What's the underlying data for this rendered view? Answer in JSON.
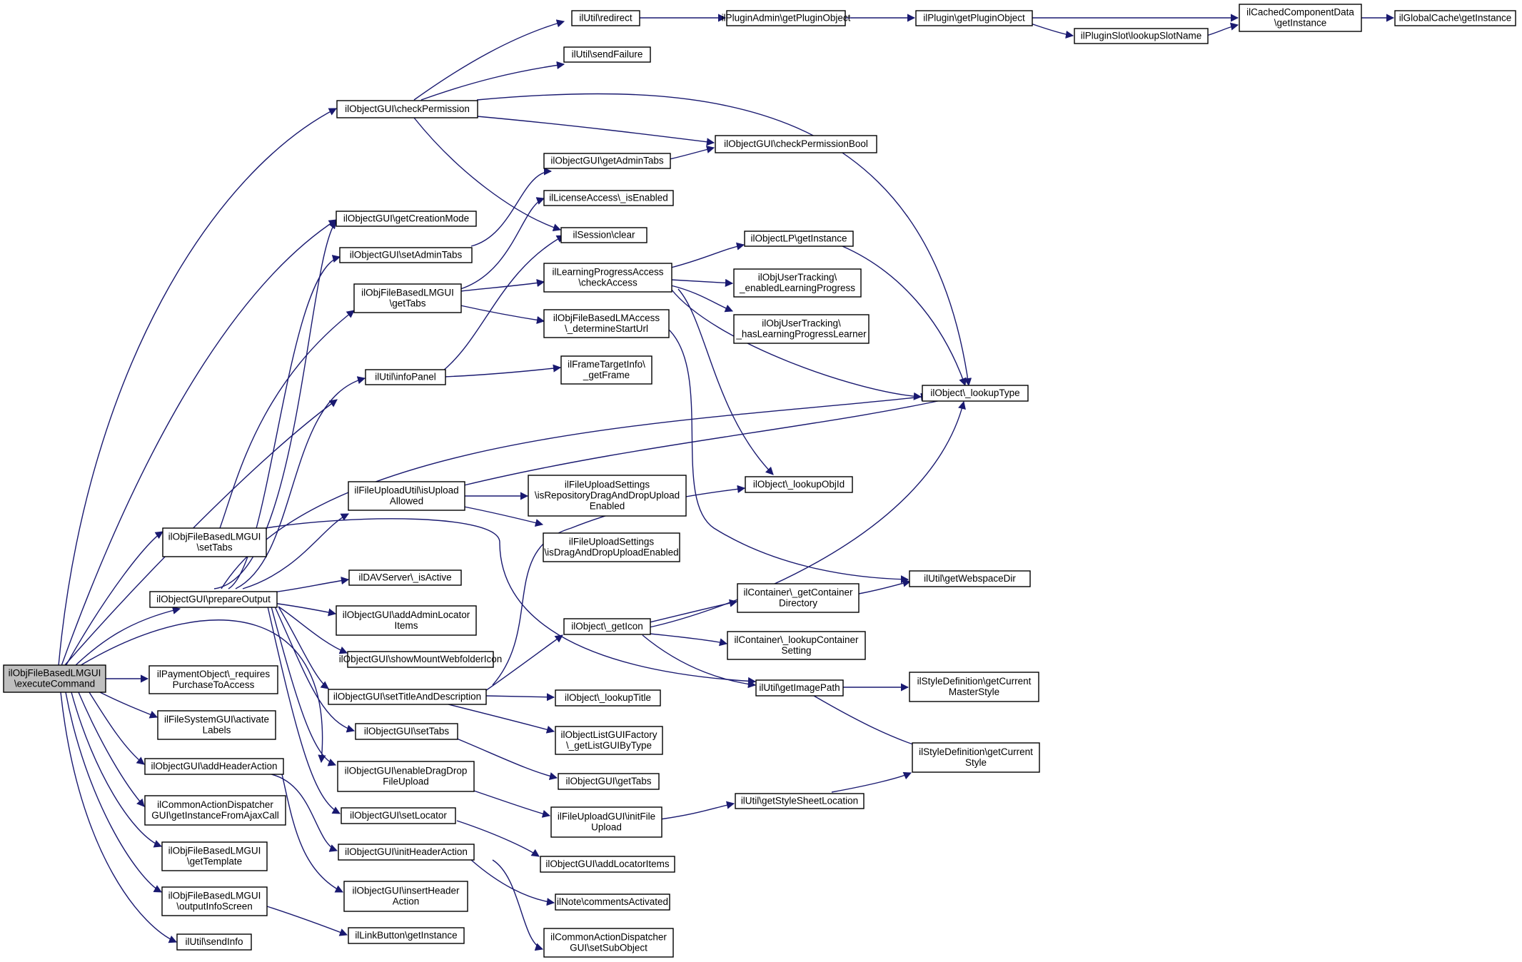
{
  "nodes": [
    {
      "id": "root",
      "lines": [
        "ilObjFileBasedLMGUI",
        "\\executeCommand"
      ],
      "root": true
    },
    {
      "id": "util_redirect",
      "lines": [
        "ilUtil\\redirect"
      ]
    },
    {
      "id": "pluginadmin_getpluginobject",
      "lines": [
        "ilPluginAdmin\\getPluginObject"
      ]
    },
    {
      "id": "plugin_getpluginobject",
      "lines": [
        "ilPlugin\\getPluginObject"
      ]
    },
    {
      "id": "cachedcomponentdata_getinstance",
      "lines": [
        "ilCachedComponentData",
        "\\getInstance"
      ]
    },
    {
      "id": "globalcache_getinstance",
      "lines": [
        "ilGlobalCache\\getInstance"
      ]
    },
    {
      "id": "pluginslot_lookupslotname",
      "lines": [
        "ilPluginSlot\\lookupSlotName"
      ]
    },
    {
      "id": "util_sendfailure",
      "lines": [
        "ilUtil\\sendFailure"
      ]
    },
    {
      "id": "objectgui_checkpermission",
      "lines": [
        "ilObjectGUI\\checkPermission"
      ]
    },
    {
      "id": "objectgui_checkpermissionbool",
      "lines": [
        "ilObjectGUI\\checkPermissionBool"
      ]
    },
    {
      "id": "objectgui_getadmintabs",
      "lines": [
        "ilObjectGUI\\getAdminTabs"
      ]
    },
    {
      "id": "licenseaccess_isenabled",
      "lines": [
        "ilLicenseAccess\\_isEnabled"
      ]
    },
    {
      "id": "objectgui_getcreationmode",
      "lines": [
        "ilObjectGUI\\getCreationMode"
      ]
    },
    {
      "id": "session_clear",
      "lines": [
        "ilSession\\clear"
      ]
    },
    {
      "id": "objectgui_setadmintabs",
      "lines": [
        "ilObjectGUI\\setAdminTabs"
      ]
    },
    {
      "id": "objectlp_getinstance",
      "lines": [
        "ilObjectLP\\getInstance"
      ]
    },
    {
      "id": "learningprogressaccess_checkaccess",
      "lines": [
        "ilLearningProgressAccess",
        "\\checkAccess"
      ]
    },
    {
      "id": "objusertracking_enabledlp",
      "lines": [
        "ilObjUserTracking\\",
        "_enabledLearningProgress"
      ]
    },
    {
      "id": "objfilebasedlmgui_gettabs",
      "lines": [
        "ilObjFileBasedLMGUI",
        "\\getTabs"
      ]
    },
    {
      "id": "objfilebasedlmaccess_determinestarturl",
      "lines": [
        "ilObjFileBasedLMAccess",
        "\\_determineStartUrl"
      ]
    },
    {
      "id": "objusertracking_haslplearner",
      "lines": [
        "ilObjUserTracking\\",
        "_hasLearningProgressLearner"
      ]
    },
    {
      "id": "util_infopanel",
      "lines": [
        "ilUtil\\infoPanel"
      ]
    },
    {
      "id": "frametargetinfo_getframe",
      "lines": [
        "ilFrameTargetInfo\\",
        "_getFrame"
      ]
    },
    {
      "id": "object_lookuptype",
      "lines": [
        "ilObject\\_lookupType"
      ]
    },
    {
      "id": "object_lookupobjid",
      "lines": [
        "ilObject\\_lookupObjId"
      ]
    },
    {
      "id": "fileuploadutil_isuploadallowed",
      "lines": [
        "ilFileUploadUtil\\isUpload",
        "Allowed"
      ]
    },
    {
      "id": "fileuploadsettings_isrepodnd",
      "lines": [
        "ilFileUploadSettings",
        "\\isRepositoryDragAndDropUpload",
        "Enabled"
      ]
    },
    {
      "id": "objfilebasedlmgui_settabs",
      "lines": [
        "ilObjFileBasedLMGUI",
        "\\setTabs"
      ]
    },
    {
      "id": "fileuploadsettings_isdnd",
      "lines": [
        "ilFileUploadSettings",
        "\\isDragAndDropUploadEnabled"
      ]
    },
    {
      "id": "util_getwebspacedir",
      "lines": [
        "ilUtil\\getWebspaceDir"
      ]
    },
    {
      "id": "objectgui_prepareoutput",
      "lines": [
        "ilObjectGUI\\prepareOutput"
      ]
    },
    {
      "id": "davserver_isactive",
      "lines": [
        "ilDAVServer\\_isActive"
      ]
    },
    {
      "id": "container_getcontainerdirectory",
      "lines": [
        "ilContainer\\_getContainer",
        "Directory"
      ]
    },
    {
      "id": "objectgui_addadminlocatoritems",
      "lines": [
        "ilObjectGUI\\addAdminLocator",
        "Items"
      ]
    },
    {
      "id": "object_geticon",
      "lines": [
        "ilObject\\_getIcon"
      ]
    },
    {
      "id": "container_lookupcontainersetting",
      "lines": [
        "ilContainer\\_lookupContainer",
        "Setting"
      ]
    },
    {
      "id": "objectgui_showmountwebfoldericon",
      "lines": [
        "ilObjectGUI\\showMountWebfolderIcon"
      ]
    },
    {
      "id": "paymentobject_requirespurchase",
      "lines": [
        "ilPaymentObject\\_requires",
        "PurchaseToAccess"
      ]
    },
    {
      "id": "util_getimagepath",
      "lines": [
        "ilUtil\\getImagePath"
      ]
    },
    {
      "id": "styledefinition_getcurrentmasterstyle",
      "lines": [
        "ilStyleDefinition\\getCurrent",
        "MasterStyle"
      ]
    },
    {
      "id": "objectgui_settitleanddescription",
      "lines": [
        "ilObjectGUI\\setTitleAndDescription"
      ]
    },
    {
      "id": "object_lookuptitle",
      "lines": [
        "ilObject\\_lookupTitle"
      ]
    },
    {
      "id": "filesystemgui_activatelabels",
      "lines": [
        "ilFileSystemGUI\\activate",
        "Labels"
      ]
    },
    {
      "id": "objectgui_settabs",
      "lines": [
        "ilObjectGUI\\setTabs"
      ]
    },
    {
      "id": "objectlistguifactory_getlistguibytype",
      "lines": [
        "ilObjectListGUIFactory",
        "\\_getListGUIByType"
      ]
    },
    {
      "id": "styledefinition_getcurrentstyle",
      "lines": [
        "ilStyleDefinition\\getCurrent",
        "Style"
      ]
    },
    {
      "id": "objectgui_addheaderaction",
      "lines": [
        "ilObjectGUI\\addHeaderAction"
      ]
    },
    {
      "id": "objectgui_enabledragdropfileupload",
      "lines": [
        "ilObjectGUI\\enableDragDrop",
        "FileUpload"
      ]
    },
    {
      "id": "objectgui_gettabs",
      "lines": [
        "ilObjectGUI\\getTabs"
      ]
    },
    {
      "id": "commonactiondispatchergui_getinstancefromajaxcall",
      "lines": [
        "ilCommonActionDispatcher",
        "GUI\\getInstanceFromAjaxCall"
      ]
    },
    {
      "id": "util_getstylesheetlocation",
      "lines": [
        "ilUtil\\getStyleSheetLocation"
      ]
    },
    {
      "id": "objectgui_setlocator",
      "lines": [
        "ilObjectGUI\\setLocator"
      ]
    },
    {
      "id": "fileuploadgui_initfileupload",
      "lines": [
        "ilFileUploadGUI\\initFile",
        "Upload"
      ]
    },
    {
      "id": "objfilebasedlmgui_gettemplate",
      "lines": [
        "ilObjFileBasedLMGUI",
        "\\getTemplate"
      ]
    },
    {
      "id": "objectgui_initheaderaction",
      "lines": [
        "ilObjectGUI\\initHeaderAction"
      ]
    },
    {
      "id": "objectgui_addlocatoritems",
      "lines": [
        "ilObjectGUI\\addLocatorItems"
      ]
    },
    {
      "id": "objfilebasedlmgui_outputinfoscreen",
      "lines": [
        "ilObjFileBasedLMGUI",
        "\\outputInfoScreen"
      ]
    },
    {
      "id": "objectgui_insertheaderaction",
      "lines": [
        "ilObjectGUI\\insertHeader",
        "Action"
      ]
    },
    {
      "id": "note_commentsactivated",
      "lines": [
        "ilNote\\commentsActivated"
      ]
    },
    {
      "id": "linkbutton_getinstance",
      "lines": [
        "ilLinkButton\\getInstance"
      ]
    },
    {
      "id": "util_sendinfo",
      "lines": [
        "ilUtil\\sendInfo"
      ]
    },
    {
      "id": "commonactiondispatchergui_setsubobject",
      "lines": [
        "ilCommonActionDispatcher",
        "GUI\\setSubObject"
      ]
    }
  ]
}
